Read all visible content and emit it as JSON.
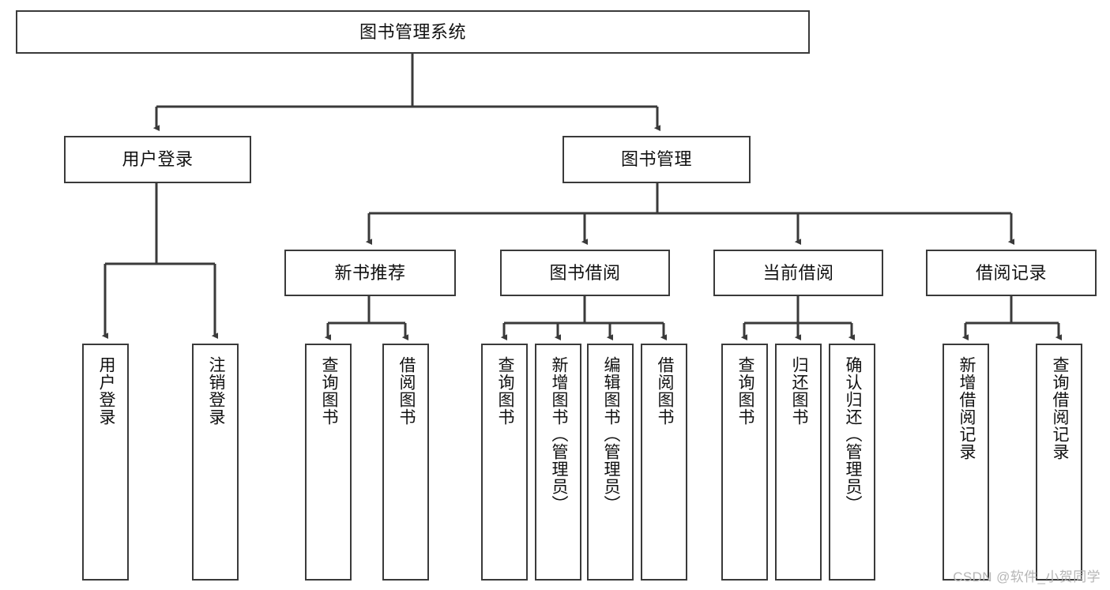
{
  "diagram": {
    "title": "图书管理系统",
    "type": "tree",
    "colors": {
      "background": "#ffffff",
      "box_fill": "#ffffff",
      "box_border": "#3a3a3a",
      "connector": "#3a3a3a",
      "text": "#111111",
      "watermark": "#b6b6b6"
    },
    "root": {
      "label": "图书管理系统"
    },
    "level2": [
      {
        "label": "用户登录"
      },
      {
        "label": "图书管理"
      }
    ],
    "level3": [
      {
        "label": "新书推荐"
      },
      {
        "label": "图书借阅"
      },
      {
        "label": "当前借阅"
      },
      {
        "label": "借阅记录"
      }
    ],
    "leaves": {
      "user_login": [
        {
          "label": "用户登录"
        },
        {
          "label": "注销登录"
        }
      ],
      "new_book_recommend": [
        {
          "label": "查询图书"
        },
        {
          "label": "借阅图书"
        }
      ],
      "book_borrow": [
        {
          "label": "查询图书"
        },
        {
          "label": "新增图书（管理员）"
        },
        {
          "label": "编辑图书（管理员）"
        },
        {
          "label": "借阅图书"
        }
      ],
      "current_borrow": [
        {
          "label": "查询图书"
        },
        {
          "label": "归还图书"
        },
        {
          "label": "确认归还（管理员）"
        }
      ],
      "borrow_record": [
        {
          "label": "新增借阅记录"
        },
        {
          "label": "查询借阅记录"
        }
      ]
    }
  },
  "watermark": {
    "text": "CSDN @软件_小贺同学"
  }
}
